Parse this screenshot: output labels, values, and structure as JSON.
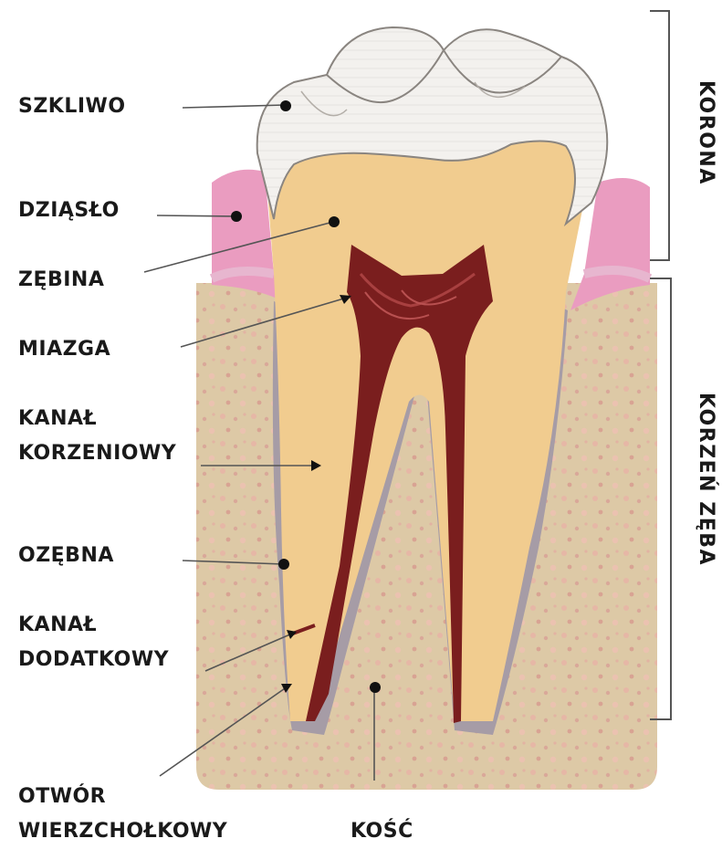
{
  "labels": {
    "szkliwo": "SZKLIWO",
    "dziaslo": "DZIĄSŁO",
    "zebina": "ZĘBINA",
    "miazga": "MIAZGA",
    "kanal_korzeniowy_1": "KANAŁ",
    "kanal_korzeniowy_2": "KORZENIOWY",
    "ozebna": "OZĘBNA",
    "kanal_dodatkowy_1": "KANAŁ",
    "kanal_dodatkowy_2": "DODATKOWY",
    "otwor_1": "OTWÓR",
    "otwor_2": "WIERZCHOŁKOWY",
    "kosc": "KOŚĆ"
  },
  "sections": {
    "korona": "KORONA",
    "korzen": "KORZEŃ ZĘBA"
  },
  "colors": {
    "enamel": "#f4f2ee",
    "dentin": "#f1cc8f",
    "pulp": "#7a1e1e",
    "gum": "#ea9cc0",
    "bone": "#ddc9a6",
    "periodontium": "#a69ca6"
  }
}
